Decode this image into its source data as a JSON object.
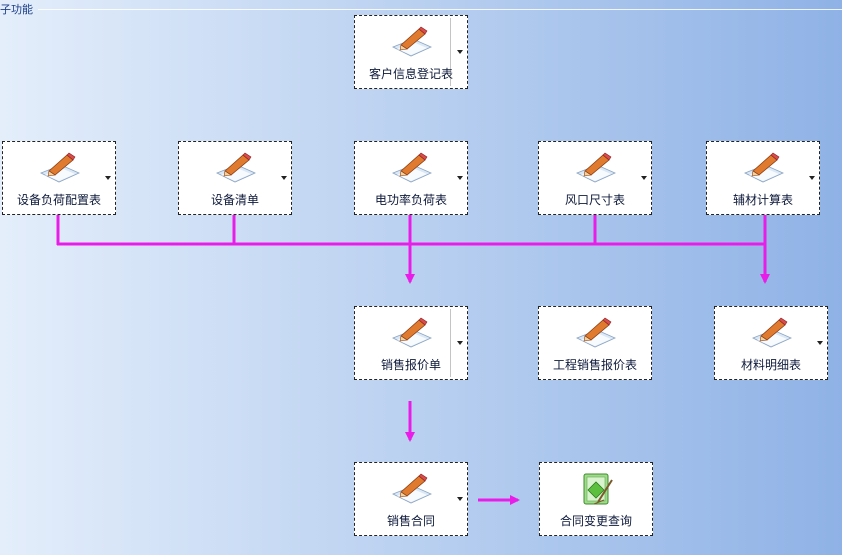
{
  "group": {
    "title": "子功能"
  },
  "colors": {
    "connector": "#e81ee8",
    "border": "#222222",
    "background_left": "#e4eefb",
    "background_right": "#8fb2e6"
  },
  "nodes": {
    "customer_info": {
      "label": "客户信息登记表",
      "icon": "edit-document-icon"
    },
    "equip_load_config": {
      "label": "设备负荷配置表",
      "icon": "edit-document-icon"
    },
    "equip_list": {
      "label": "设备清单",
      "icon": "edit-document-icon"
    },
    "elec_power_load": {
      "label": "电功率负荷表",
      "icon": "edit-document-icon"
    },
    "vent_size": {
      "label": "风口尺寸表",
      "icon": "edit-document-icon"
    },
    "aux_material_calc": {
      "label": "辅材计算表",
      "icon": "edit-document-icon"
    },
    "sales_quote": {
      "label": "销售报价单",
      "icon": "edit-document-icon"
    },
    "project_sales_quote": {
      "label": "工程销售报价表",
      "icon": "edit-document-icon"
    },
    "material_detail": {
      "label": "材料明细表",
      "icon": "edit-document-icon"
    },
    "sales_contract": {
      "label": "销售合同",
      "icon": "edit-document-icon"
    },
    "contract_change_query": {
      "label": "合同变更查询",
      "icon": "certificate-icon"
    }
  }
}
